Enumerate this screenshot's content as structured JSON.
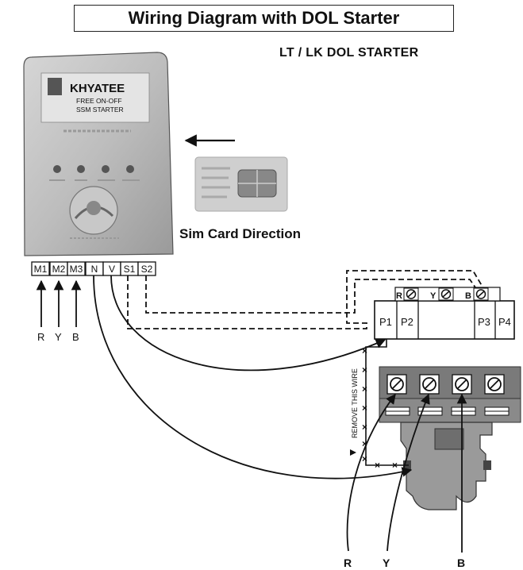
{
  "title": "Wiring Diagram with DOL Starter",
  "subtitle": "LT / LK  DOL STARTER",
  "device": {
    "brand": "KHYATEE",
    "line1": "FREE ON-OFF",
    "line2": "SSM STARTER"
  },
  "sim_caption": "Sim Card Direction",
  "terminals": [
    "M1",
    "M2",
    "M3",
    "N",
    "V",
    "S1",
    "S2"
  ],
  "phase_inputs": [
    "R",
    "Y",
    "B"
  ],
  "protection_unit": {
    "terminals": [
      "P1",
      "P2",
      "P3",
      "P4"
    ],
    "top_labels": [
      "R",
      "Y",
      "B"
    ]
  },
  "remove_wire_note": "REMOVE THIS WIRE",
  "bottom_labels": [
    "R",
    "Y",
    "B"
  ]
}
